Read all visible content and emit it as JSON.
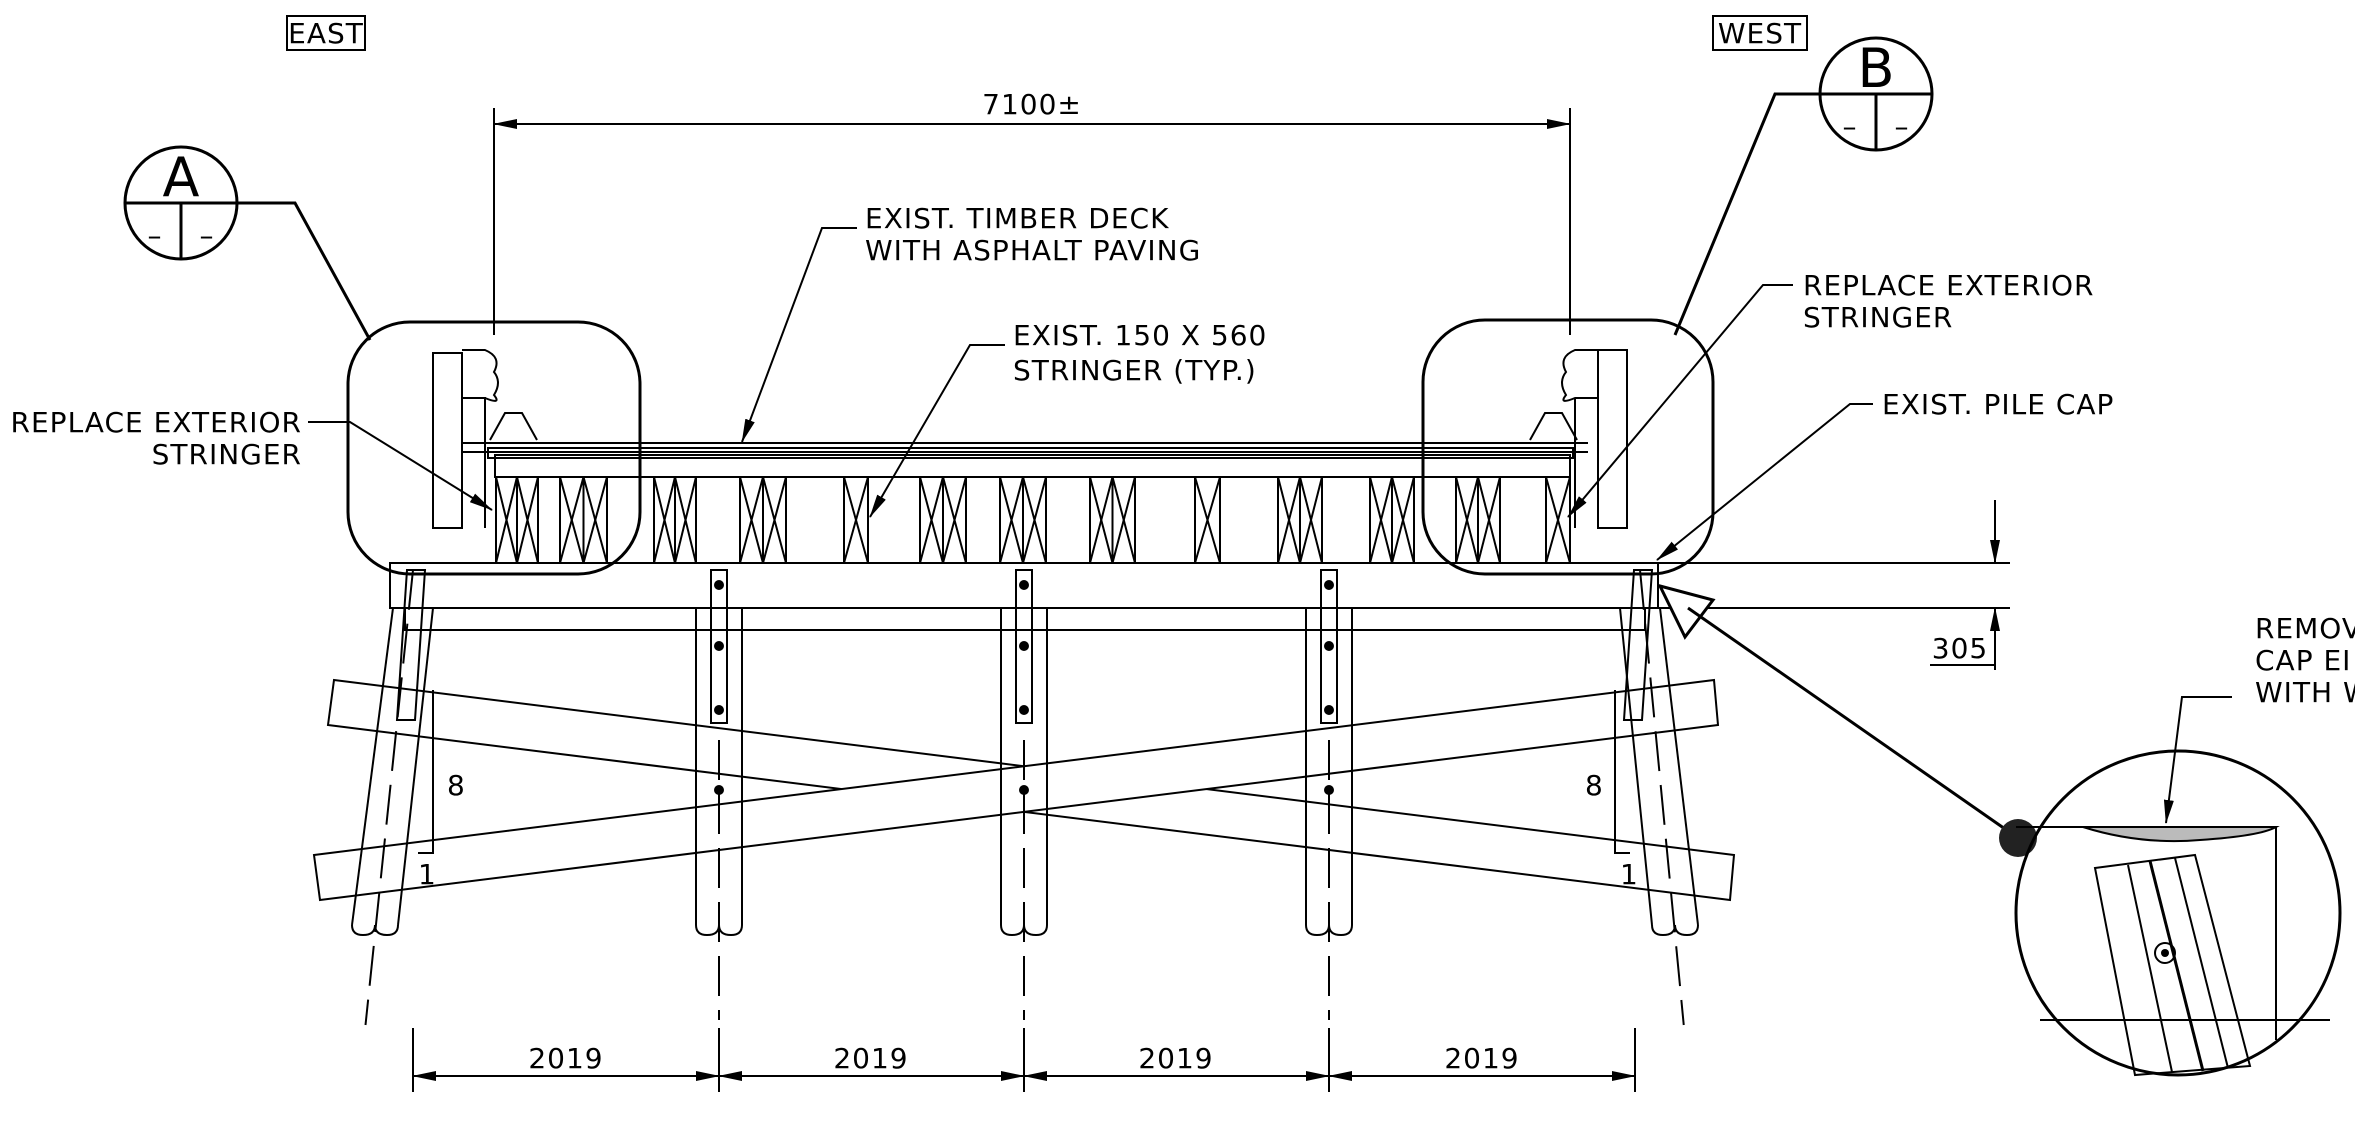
{
  "sides": {
    "east": "EAST",
    "west": "WEST"
  },
  "section_markers": [
    {
      "letter": "A",
      "sub_left": "–",
      "sub_right": "–"
    },
    {
      "letter": "B",
      "sub_left": "–",
      "sub_right": "–"
    }
  ],
  "dimensions": {
    "overall": "7100±",
    "cap_depth": "305",
    "spans": [
      "2019",
      "2019",
      "2019",
      "2019"
    ],
    "batter_left": {
      "rise": "8",
      "run": "1"
    },
    "batter_right": {
      "rise": "8",
      "run": "1"
    }
  },
  "callouts": {
    "deck": [
      "EXIST. TIMBER DECK",
      "WITH ASPHALT PAVING"
    ],
    "stringer": [
      "EXIST. 150 X 560",
      "STRINGER (TYP.)"
    ],
    "replace_left": [
      "REPLACE EXTERIOR",
      "STRINGER"
    ],
    "replace_right": [
      "REPLACE EXTERIOR",
      "STRINGER"
    ],
    "pile_cap": "EXIST. PILE CAP",
    "remove": [
      "REMOV",
      "CAP EI",
      "WITH W"
    ]
  }
}
